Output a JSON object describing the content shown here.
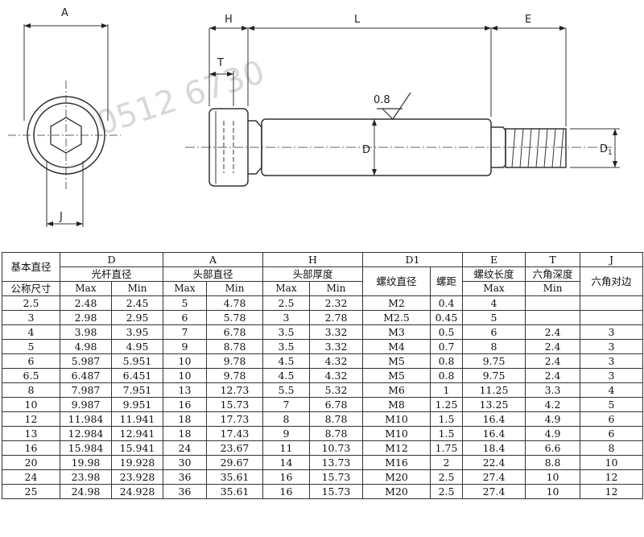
{
  "drawing": {
    "labels": {
      "A": "A",
      "H": "H",
      "L": "L",
      "E": "E",
      "T": "T",
      "D": "D",
      "D1": "D",
      "D1_sub": "1",
      "J": "J",
      "roughness": "0.8"
    },
    "watermark": "0512 6730"
  },
  "table": {
    "header_row1": {
      "base_label": "基本直径",
      "D": "D",
      "A": "A",
      "H": "H",
      "D1": "D1",
      "E": "E",
      "T": "T",
      "J": "J"
    },
    "header_row2": {
      "D_name": "光杆直径",
      "A_name": "头部直径",
      "H_name": "头部厚度",
      "D1_thread": "螺纹直径",
      "D1_pitch": "螺距",
      "E_name": "螺纹长度",
      "T_name": "六角深度",
      "J_name": "六角对边"
    },
    "header_row3": {
      "nominal_label": "公称尺寸",
      "D_max": "Max",
      "D_min": "Min",
      "A_max": "Max",
      "A_min": "Min",
      "H_max": "Max",
      "H_min": "Min",
      "E_max": "Max",
      "T_min": "Min"
    },
    "rows": [
      [
        "2.5",
        "2.48",
        "2.45",
        "5",
        "4.78",
        "2.5",
        "2.32",
        "M2",
        "0.4",
        "4",
        "",
        ""
      ],
      [
        "3",
        "2.98",
        "2.95",
        "6",
        "5.78",
        "3",
        "2.78",
        "M2.5",
        "0.45",
        "5",
        "",
        ""
      ],
      [
        "4",
        "3.98",
        "3.95",
        "7",
        "6.78",
        "3.5",
        "3.32",
        "M3",
        "0.5",
        "6",
        "2.4",
        "3"
      ],
      [
        "5",
        "4.98",
        "4.95",
        "9",
        "8.78",
        "3.5",
        "3.32",
        "M4",
        "0.7",
        "8",
        "2.4",
        "3"
      ],
      [
        "6",
        "5.987",
        "5.951",
        "10",
        "9.78",
        "4.5",
        "4.32",
        "M5",
        "0.8",
        "9.75",
        "2.4",
        "3"
      ],
      [
        "6.5",
        "6.487",
        "6.451",
        "10",
        "9.78",
        "4.5",
        "4.32",
        "M5",
        "0.8",
        "9.75",
        "2.4",
        "3"
      ],
      [
        "8",
        "7.987",
        "7.951",
        "13",
        "12.73",
        "5.5",
        "5.32",
        "M6",
        "1",
        "11.25",
        "3.3",
        "4"
      ],
      [
        "10",
        "9.987",
        "9.951",
        "16",
        "15.73",
        "7",
        "6.78",
        "M8",
        "1.25",
        "13.25",
        "4.2",
        "5"
      ],
      [
        "12",
        "11.984",
        "11.941",
        "18",
        "17.73",
        "8",
        "8.78",
        "M10",
        "1.5",
        "16.4",
        "4.9",
        "6"
      ],
      [
        "13",
        "12.984",
        "12.941",
        "18",
        "17.43",
        "9",
        "8.78",
        "M10",
        "1.5",
        "16.4",
        "4.9",
        "6"
      ],
      [
        "16",
        "15.984",
        "15.941",
        "24",
        "23.67",
        "11",
        "10.73",
        "M12",
        "1.75",
        "18.4",
        "6.6",
        "8"
      ],
      [
        "20",
        "19.98",
        "19.928",
        "30",
        "29.67",
        "14",
        "13.73",
        "M16",
        "2",
        "22.4",
        "8.8",
        "10"
      ],
      [
        "24",
        "23.98",
        "23.928",
        "36",
        "35.61",
        "16",
        "15.73",
        "M20",
        "2.5",
        "27.4",
        "10",
        "12"
      ],
      [
        "25",
        "24.98",
        "24.928",
        "36",
        "35.61",
        "16",
        "15.73",
        "M20",
        "2.5",
        "27.4",
        "10",
        "12"
      ]
    ]
  }
}
